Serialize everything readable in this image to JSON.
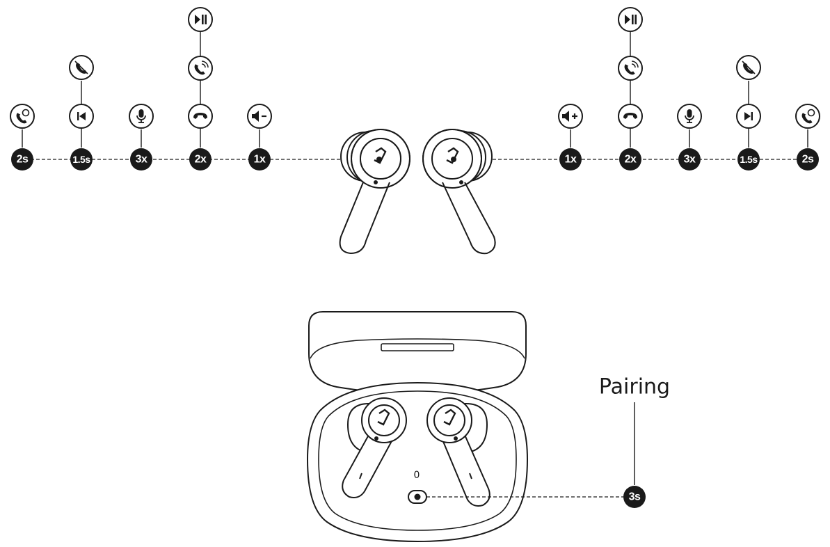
{
  "left_controls": [
    {
      "label": "2s",
      "icons": [
        "voice-assistant-icon"
      ]
    },
    {
      "label": "1.5s",
      "icons": [
        "previous-track-icon",
        "reject-call-icon"
      ]
    },
    {
      "label": "3x",
      "icons": [
        "microphone-icon"
      ]
    },
    {
      "label": "2x",
      "icons": [
        "hang-up-icon",
        "answer-call-icon",
        "play-pause-icon"
      ]
    },
    {
      "label": "1x",
      "icons": [
        "volume-down-icon"
      ]
    }
  ],
  "right_controls": [
    {
      "label": "1x",
      "icons": [
        "volume-up-icon"
      ]
    },
    {
      "label": "2x",
      "icons": [
        "hang-up-icon",
        "answer-call-icon",
        "play-pause-icon"
      ]
    },
    {
      "label": "3x",
      "icons": [
        "microphone-icon"
      ]
    },
    {
      "label": "1.5s",
      "icons": [
        "next-track-icon",
        "reject-call-icon"
      ]
    },
    {
      "label": "2s",
      "icons": [
        "voice-assistant-icon"
      ]
    }
  ],
  "pairing": {
    "title": "Pairing",
    "label": "3s",
    "led_label": "0"
  },
  "colors": {
    "ink": "#1a1a1a",
    "paper": "#ffffff"
  }
}
